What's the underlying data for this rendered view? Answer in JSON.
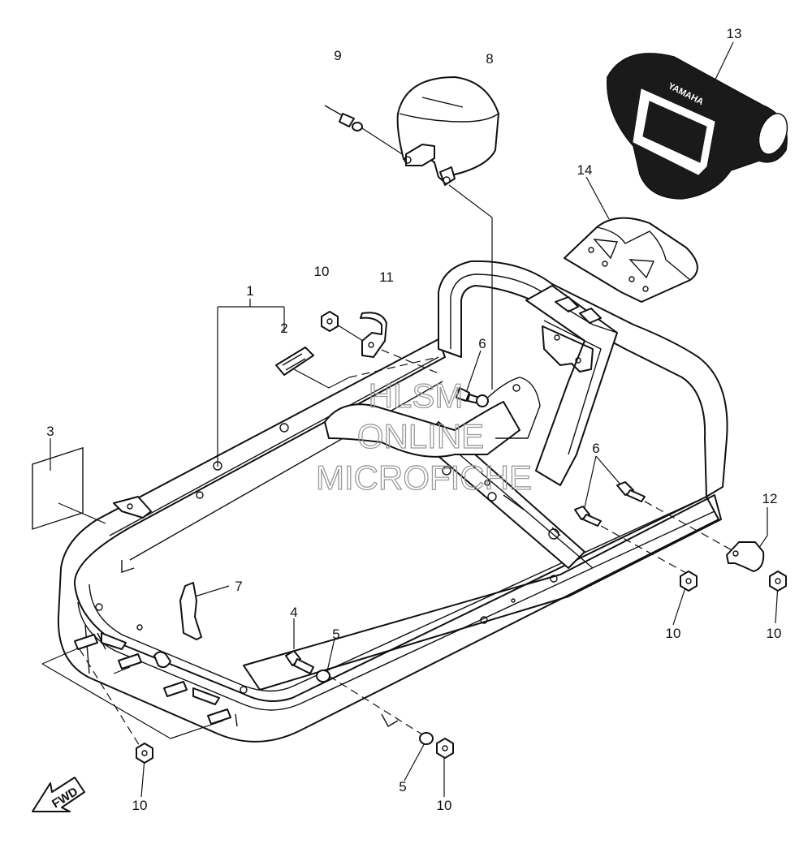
{
  "callouts": [
    {
      "id": "c1",
      "text": "1"
    },
    {
      "id": "c2",
      "text": "2"
    },
    {
      "id": "c3",
      "text": "3"
    },
    {
      "id": "c4",
      "text": "4"
    },
    {
      "id": "c5a",
      "text": "5"
    },
    {
      "id": "c5b",
      "text": "5"
    },
    {
      "id": "c6a",
      "text": "6"
    },
    {
      "id": "c6b",
      "text": "6"
    },
    {
      "id": "c7",
      "text": "7"
    },
    {
      "id": "c8",
      "text": "8"
    },
    {
      "id": "c9",
      "text": "9"
    },
    {
      "id": "c10a",
      "text": "10"
    },
    {
      "id": "c10b",
      "text": "10"
    },
    {
      "id": "c10c",
      "text": "10"
    },
    {
      "id": "c10d",
      "text": "10"
    },
    {
      "id": "c10e",
      "text": "10"
    },
    {
      "id": "c11",
      "text": "11"
    },
    {
      "id": "c12",
      "text": "12"
    },
    {
      "id": "c13",
      "text": "13"
    },
    {
      "id": "c14",
      "text": "14"
    }
  ],
  "watermark": {
    "line1": "HLSM",
    "line2": "ONLINE",
    "line3": "MICROFICHE"
  },
  "cover_brand": "YAMAHA",
  "direction_arrow": "FWD"
}
